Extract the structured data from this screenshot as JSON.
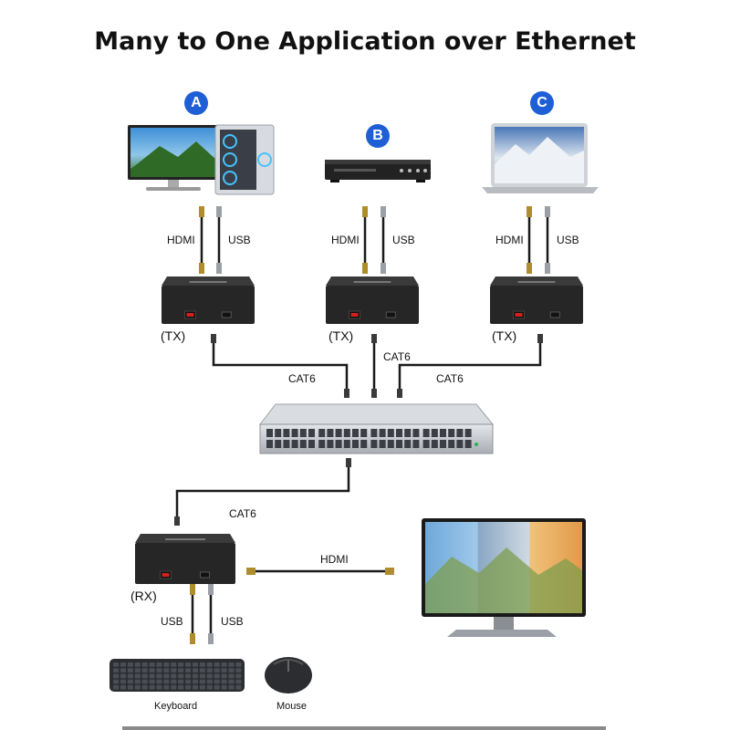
{
  "title": "Many to One Application over  Ethernet",
  "sources": [
    {
      "badge": "A",
      "hdmi": "HDMI",
      "usb": "USB",
      "role": "(TX)"
    },
    {
      "badge": "B",
      "hdmi": "HDMI",
      "usb": "USB",
      "role": "(TX)"
    },
    {
      "badge": "C",
      "hdmi": "HDMI",
      "usb": "USB",
      "role": "(TX)"
    }
  ],
  "cables": {
    "cat6_left": "CAT6",
    "cat6_mid": "CAT6",
    "cat6_right": "CAT6",
    "cat6_rx": "CAT6",
    "hdmi_rx": "HDMI"
  },
  "receiver": {
    "role": "(RX)",
    "usb_left": "USB",
    "usb_right": "USB"
  },
  "peripherals": {
    "keyboard": "Keyboard",
    "mouse": "Mouse"
  },
  "colors": {
    "badge": "#1f5fd6",
    "device": "#2b2b2b",
    "switch": "#c9ccd1",
    "cable": "#1a1a1a"
  }
}
